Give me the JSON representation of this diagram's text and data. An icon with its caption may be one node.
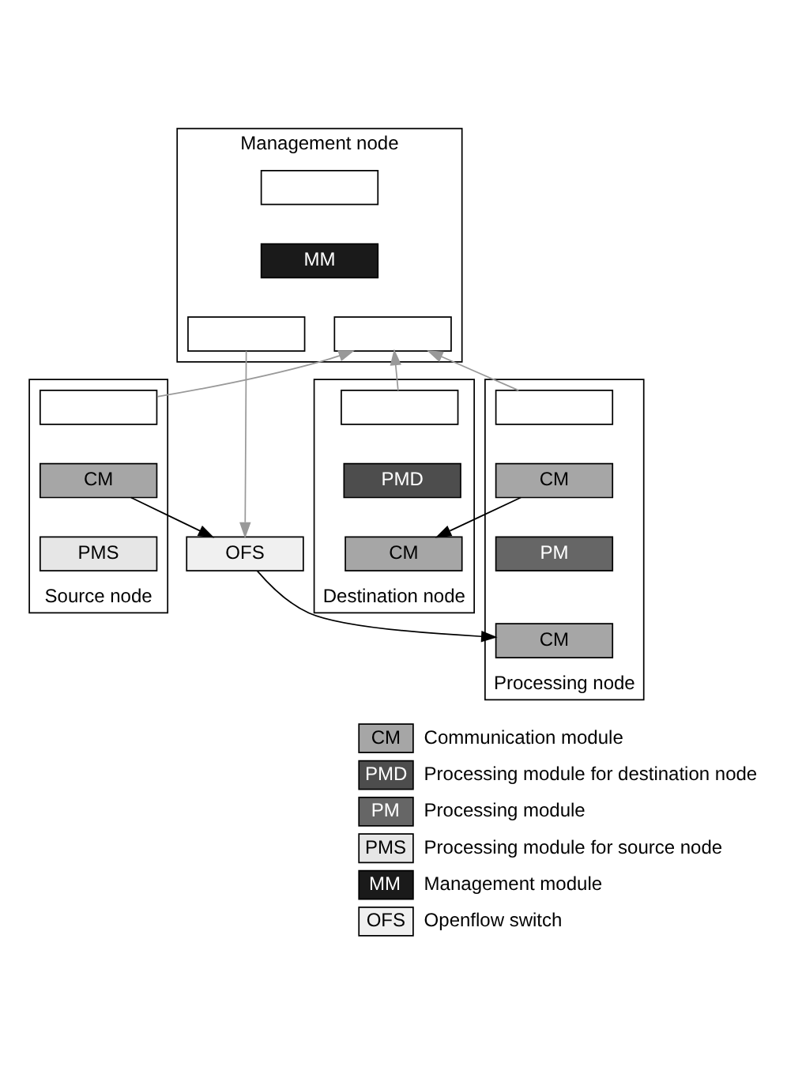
{
  "diagram": {
    "nodes": [
      {
        "text": [],
        "shape": "box",
        "beside": [
          "Management node"
        ]
      },
      {
        "text": [],
        "shape": "box",
        "in": 0
      },
      {
        "text": [
          "MM"
        ],
        "in": 0
      },
      {
        "text": [],
        "shape": "box",
        "in": 0
      },
      {
        "text": [],
        "shape": "box",
        "in": 0
      },
      {
        "text": [],
        "shape": "box",
        "beside": [
          "Source node"
        ]
      },
      {
        "text": [],
        "shape": "box",
        "in": 5
      },
      {
        "text": [
          "CM"
        ],
        "in": 5
      },
      {
        "text": [
          "PMS"
        ],
        "in": 5
      },
      {
        "text": [
          "OFS"
        ]
      },
      {
        "text": [],
        "shape": "box",
        "beside": [
          "Processing node"
        ]
      },
      {
        "text": [],
        "shape": "box",
        "in": 10
      },
      {
        "text": [
          "CM"
        ],
        "in": 10
      },
      {
        "text": [
          "PM"
        ],
        "in": 10
      },
      {
        "text": [
          "CM"
        ],
        "in": 10
      },
      {
        "text": [],
        "shape": "box",
        "beside": [
          "Destination node"
        ]
      },
      {
        "text": [],
        "shape": "box",
        "in": 15
      },
      {
        "text": [
          "PMD"
        ],
        "in": 15
      },
      {
        "text": [
          "CM"
        ],
        "in": 15
      }
    ],
    "edges": [
      {
        "from": 6,
        "to": 4,
        "arrow": "to",
        "color": "#999999"
      },
      {
        "from": 11,
        "to": 4,
        "arrow": "to",
        "color": "#999999"
      },
      {
        "from": 16,
        "to": 4,
        "arrow": "to",
        "color": "#999999"
      },
      {
        "from": 3,
        "to": 9,
        "arrow": "to",
        "color": "#999999"
      },
      {
        "from": 7,
        "to": 9,
        "arrow": "to",
        "color": "#000000"
      },
      {
        "from": 9,
        "to": 14,
        "arrow": "to",
        "color": "#000000"
      },
      {
        "from": 12,
        "to": 18,
        "arrow": "to",
        "color": "#000000"
      }
    ],
    "labels": [
      "CM",
      "PMD",
      "PM",
      "PMS",
      "MM",
      "OFS"
    ],
    "legend": [
      {
        "text": "Communication module",
        "color": "#a6a6a6"
      },
      {
        "text": "Processing module for destination node",
        "color": "#4d4d4d"
      },
      {
        "text": "Processing module",
        "color": "#666666"
      },
      {
        "text": "Processing module for source node",
        "color": "#e6e6e6"
      },
      {
        "text": "Management module",
        "color": "#1a1a1a"
      },
      {
        "text": "Openflow switch",
        "color": "#f0f0f0"
      }
    ]
  }
}
